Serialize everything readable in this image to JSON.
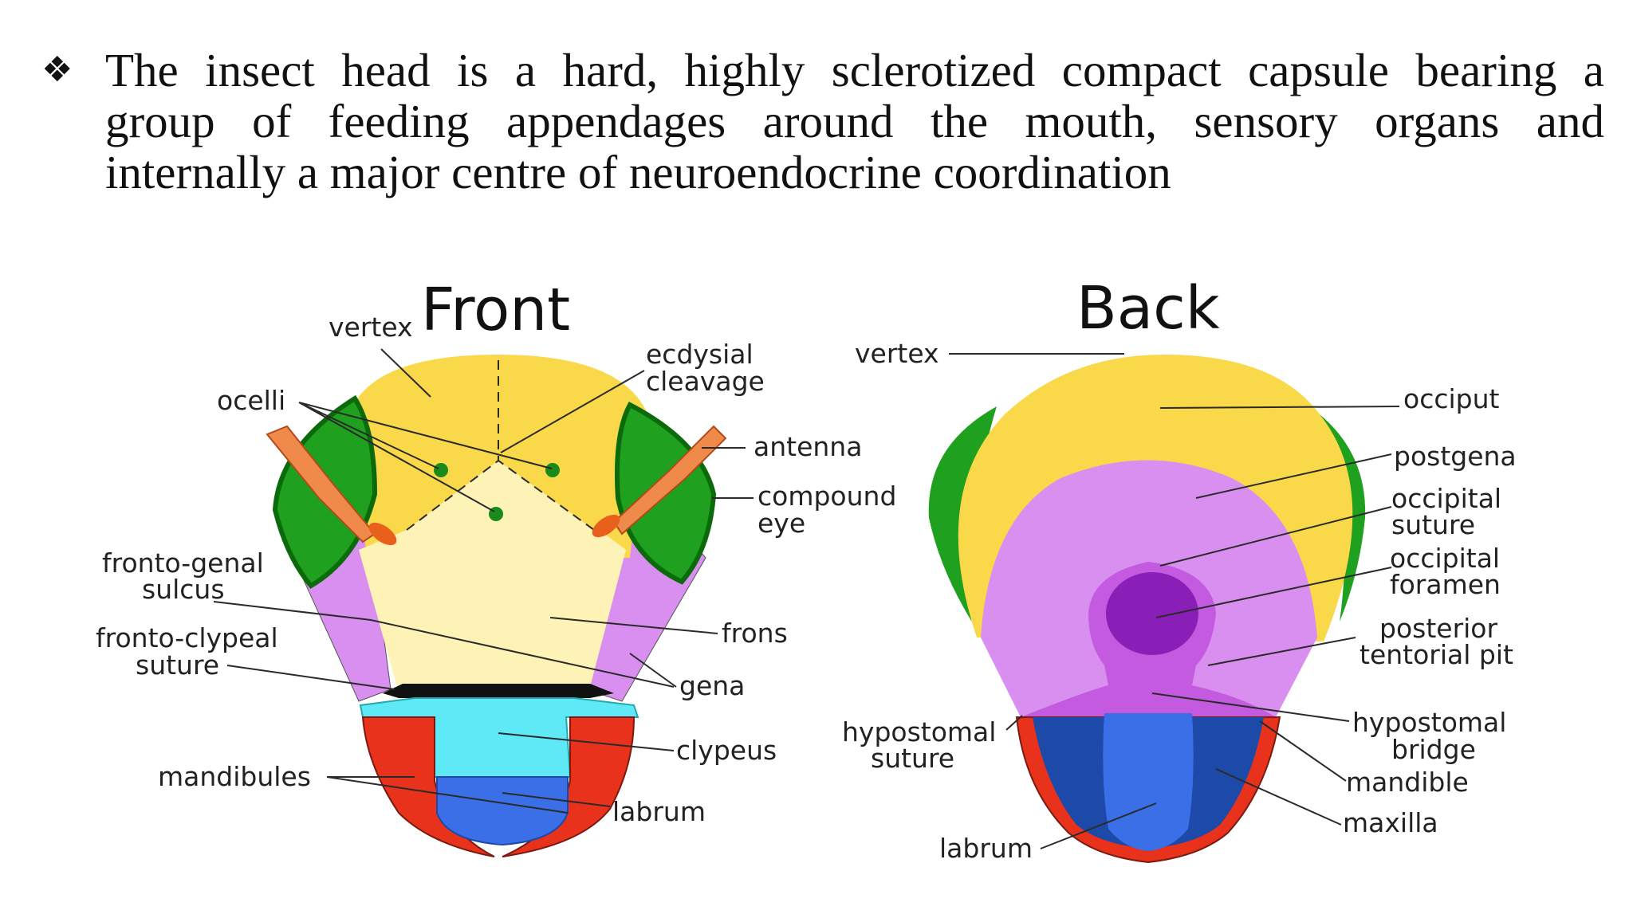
{
  "bullet": {
    "marker": "❖",
    "line1": "The insect head is a hard, highly sclerotized compact capsule bearing a",
    "line2": "group of feeding appendages around the mouth, sensory organs and",
    "line3": "internally a major centre of neuroendocrine coordination"
  },
  "front": {
    "title": "Front",
    "labels": {
      "vertex": "vertex",
      "ocelli": "ocelli",
      "ecdysial_1": "ecdysial",
      "ecdysial_2": "cleavage",
      "antenna": "antenna",
      "compound_1": "compound",
      "compound_2": "eye",
      "frontogenal_1": "fronto-genal",
      "frontogenal_2": "sulcus",
      "frontoclypeal_1": "fronto-clypeal",
      "frontoclypeal_2": "suture",
      "frons": "frons",
      "gena": "gena",
      "clypeus": "clypeus",
      "mandibules": "mandibules",
      "labrum": "labrum"
    }
  },
  "back": {
    "title": "Back",
    "labels": {
      "vertex": "vertex",
      "occiput": "occiput",
      "postgena": "postgena",
      "occipital_suture_1": "occipital",
      "occipital_suture_2": "suture",
      "occipital_foramen_1": "occipital",
      "occipital_foramen_2": "foramen",
      "posterior_1": "posterior",
      "posterior_2": "tentorial pit",
      "hypostomal_suture_1": "hypostomal",
      "hypostomal_suture_2": "suture",
      "hypostomal_bridge_1": "hypostomal",
      "hypostomal_bridge_2": "bridge",
      "mandible": "mandible",
      "maxilla": "maxilla",
      "labrum": "labrum"
    }
  },
  "colors": {
    "vertex_yellow": "#f9d84a",
    "frons_cream": "#fdf3b7",
    "eye_green": "#1fa01f",
    "antenna_orange": "#f08a4b",
    "gena_lilac": "#d98ff0",
    "clypeus_cyan": "#5fe8f5",
    "labrum_blue": "#3a6fe8",
    "mandible_red": "#e8321c",
    "foramen_purple": "#8a1fb8",
    "dark_blue": "#1d4aa8"
  }
}
